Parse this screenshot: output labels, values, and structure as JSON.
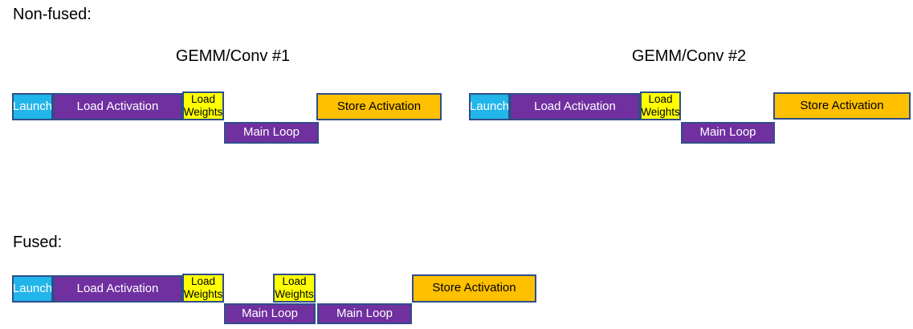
{
  "colors": {
    "background": "#ffffff",
    "launch_fill": "#22b5e9",
    "purple_fill": "#7030a0",
    "weights_fill": "#ffff00",
    "store_fill": "#ffc000",
    "block_border": "#2f4e8a",
    "heading_text": "#000000",
    "light_text": "#ffffff",
    "dark_text": "#000000"
  },
  "non_fused": {
    "heading": "Non-fused:",
    "gemm1": {
      "title": "GEMM/Conv #1",
      "launch": "Launch",
      "load_activation": "Load Activation",
      "load_weights": "Load Weights",
      "main_loop": "Main Loop",
      "store_activation": "Store Activation"
    },
    "gemm2": {
      "title": "GEMM/Conv #2",
      "launch": "Launch",
      "load_activation": "Load Activation",
      "load_weights": "Load Weights",
      "main_loop": "Main Loop",
      "store_activation": "Store Activation"
    }
  },
  "fused": {
    "heading": "Fused:",
    "launch": "Launch",
    "load_activation": "Load Activation",
    "load_weights_1": "Load Weights",
    "load_weights_2": "Load Weights",
    "main_loop_1": "Main Loop",
    "main_loop_2": "Main Loop",
    "store_activation": "Store Activation"
  }
}
